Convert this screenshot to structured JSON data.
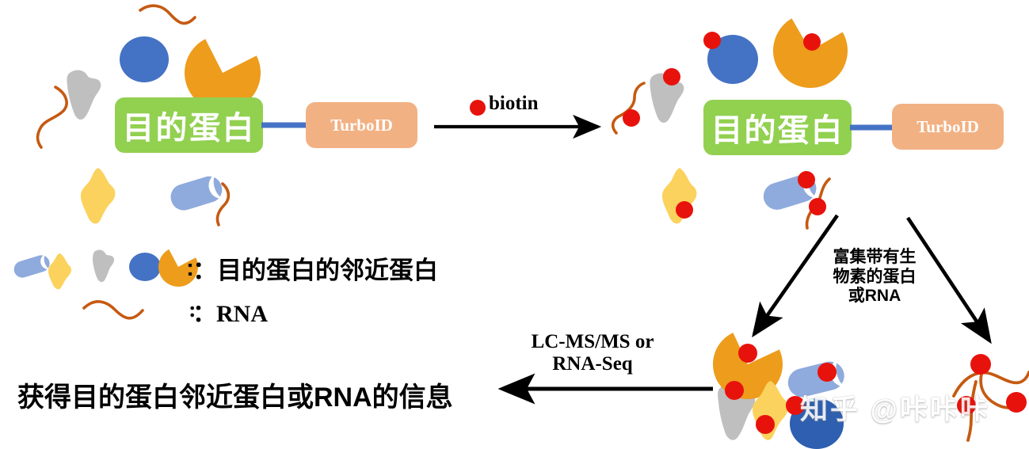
{
  "diagram": {
    "title": "TurboID proximity labeling workflow",
    "colors": {
      "target_protein_box": "#92D050",
      "turboid_box": "#F2B183",
      "linker": "#4472C4",
      "biotin_dot": "#E8120C",
      "protein_blue_circle": "#4472C4",
      "protein_orange_pac": "#ED9C1C",
      "protein_gray": "#BFBFBF",
      "protein_yellow": "#FBD25D",
      "protein_lightblue_cyl": "#8FAADC",
      "rna_strand": "#C55A11",
      "arrow": "#000000",
      "box_text": "#FFFFFF"
    },
    "boxes": {
      "target_protein": "目的蛋白",
      "turboid": "TurboID"
    },
    "arrow_labels": {
      "biotin": "biotin",
      "lcms": "LC-MS/MS or",
      "rnaseq": "RNA-Seq",
      "enrich_line1": "富集带有生",
      "enrich_line2": "物素的蛋白",
      "enrich_line3": "或RNA"
    },
    "result_text": "获得目的蛋白邻近蛋白或RNA的信息",
    "legend": {
      "row1_label": "：目的蛋白的邻近蛋白",
      "row2_label": "：RNA",
      "row1_icons": [
        "lightblue-cylinder-icon",
        "yellow-blob-icon",
        "gray-blob-icon",
        "blue-circle-icon",
        "orange-pacman-icon"
      ],
      "row2_icons": [
        "rna-squiggle-icon"
      ]
    },
    "watermark": "知乎 @咔咔咔"
  }
}
